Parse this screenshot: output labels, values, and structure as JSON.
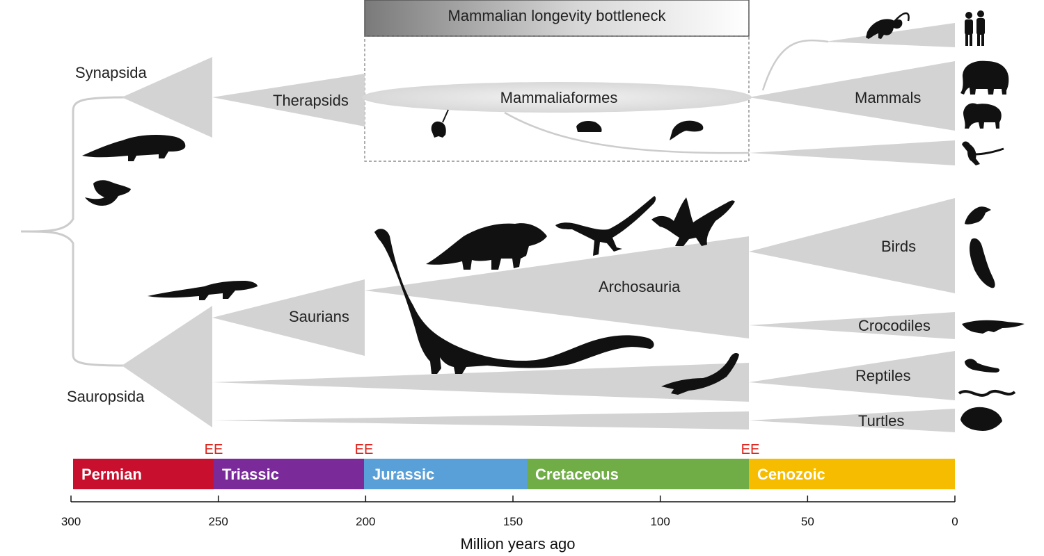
{
  "bottleneck_box": {
    "title": "Mammalian longevity bottleneck"
  },
  "clades": {
    "synapsida": "Synapsida",
    "sauropsida": "Sauropsida",
    "therapsids": "Therapsids",
    "mammaliaformes": "Mammaliaformes",
    "mammals": "Mammals",
    "saurians": "Saurians",
    "archosauria": "Archosauria",
    "birds": "Birds",
    "crocodiles": "Crocodiles",
    "reptiles": "Reptiles",
    "turtles": "Turtles"
  },
  "extinction_marker": "EE",
  "periods": [
    {
      "name": "Permian",
      "color": "#c8102e"
    },
    {
      "name": "Triassic",
      "color": "#7a2a99"
    },
    {
      "name": "Jurassic",
      "color": "#5aa0d8"
    },
    {
      "name": "Cretaceous",
      "color": "#70ad47"
    },
    {
      "name": "Cenozoic",
      "color": "#f5bc00"
    }
  ],
  "axis": {
    "title": "Million years ago",
    "ticks": [
      "300",
      "250",
      "200",
      "150",
      "100",
      "50",
      "0"
    ]
  },
  "silhouettes": [
    "primate-icon",
    "humans-icon",
    "elephant-icon",
    "lion-icon",
    "kangaroo-icon",
    "shrew-icon",
    "hedgehog-icon",
    "rodent-icon",
    "therapsid-icon",
    "lizard-icon",
    "proterosuchid-icon",
    "sauropod-icon",
    "triceratops-icon",
    "theropod-icon",
    "feathered-dinosaur-icon",
    "plesiosaur-icon",
    "kingfisher-icon",
    "vulture-icon",
    "crocodile-icon",
    "small-lizard-icon",
    "snake-icon",
    "turtle-icon"
  ]
}
